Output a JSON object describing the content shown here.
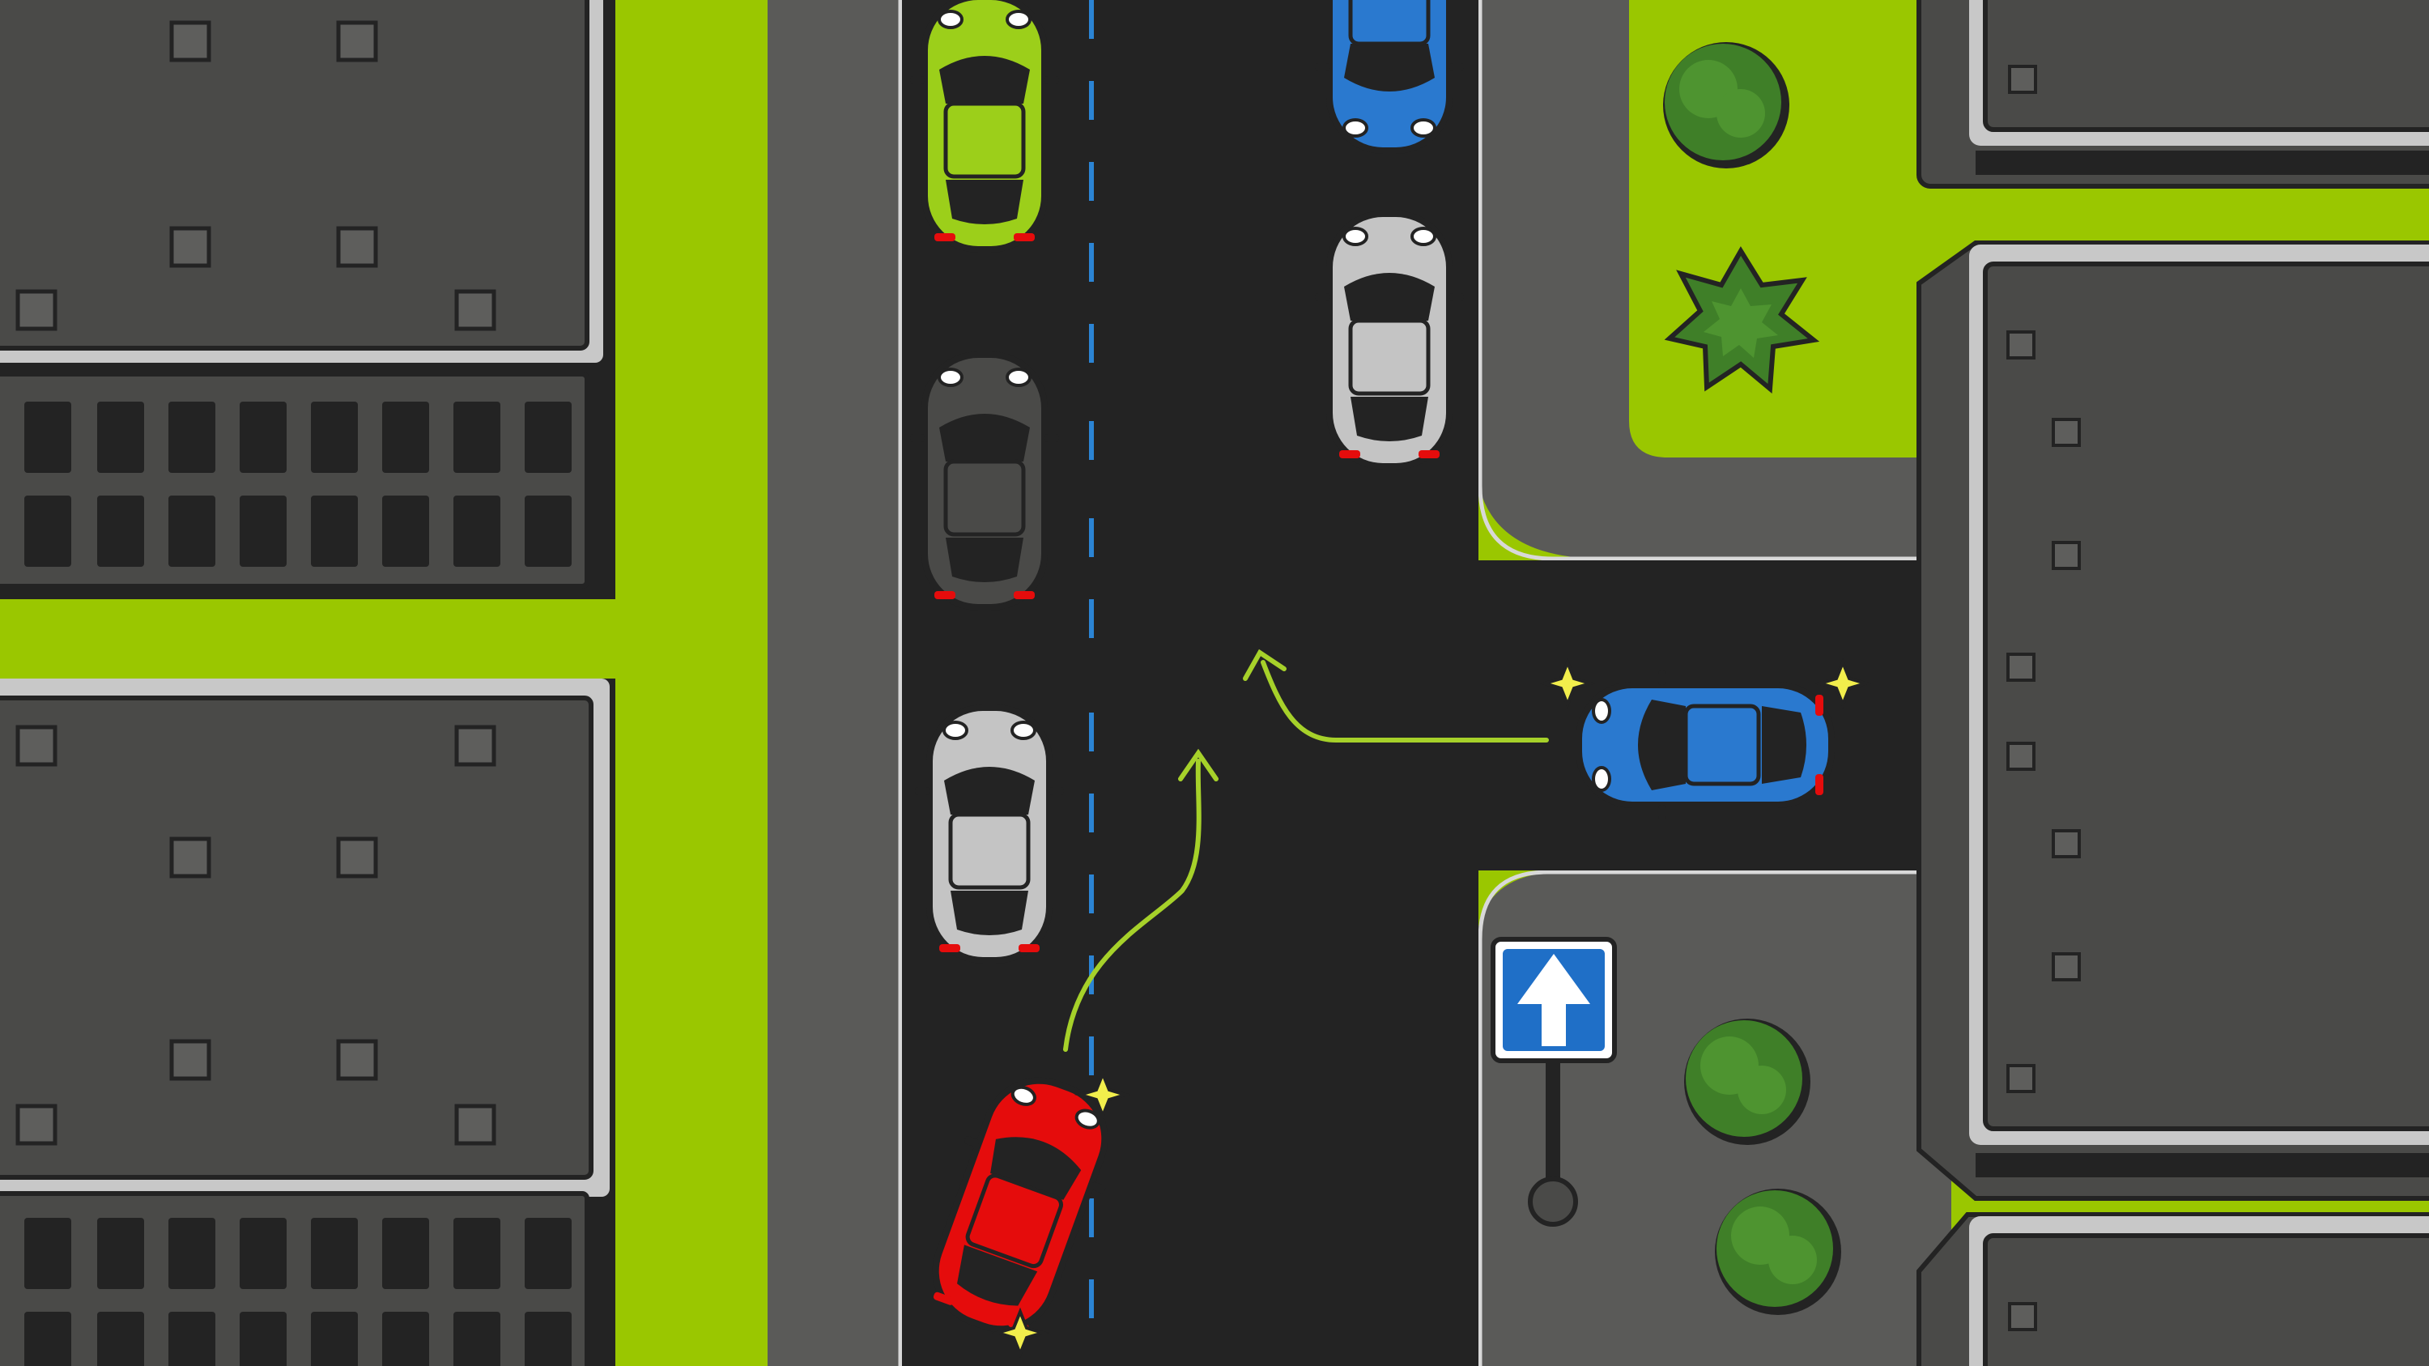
{
  "colors": {
    "grass": "#9ac700",
    "asphalt": "#232323",
    "sidewalk": "#5a5a58",
    "building_roof": "#4a4a48",
    "building_edge": "#c8c8c8",
    "lane_marking": "#2b84d4",
    "curb_line": "#d8d8d8",
    "path_arrow": "#a6d12a",
    "sign_blue": "#1f6fc7",
    "tree": "#3f7f28",
    "sparkle": "#f2ee4c"
  },
  "icons": {
    "sign": "one-way-arrow-icon",
    "sparkle": "star-sparkle-icon",
    "tree": "tree-icon"
  },
  "cars": [
    {
      "id": "lime-parked",
      "color": "#9ccf1a",
      "facing": "up"
    },
    {
      "id": "dark-parked",
      "color": "#4a4a48",
      "facing": "up"
    },
    {
      "id": "silver-parked-left",
      "color": "#c4c4c4",
      "facing": "up"
    },
    {
      "id": "blue-parked-top",
      "color": "#2a79cf",
      "facing": "down"
    },
    {
      "id": "silver-parked-right",
      "color": "#c4c4c4",
      "facing": "up"
    },
    {
      "id": "red-moving",
      "color": "#e50c0c",
      "facing": "up",
      "turning": true
    },
    {
      "id": "blue-moving",
      "color": "#2a79cf",
      "facing": "left",
      "turning": true
    }
  ]
}
